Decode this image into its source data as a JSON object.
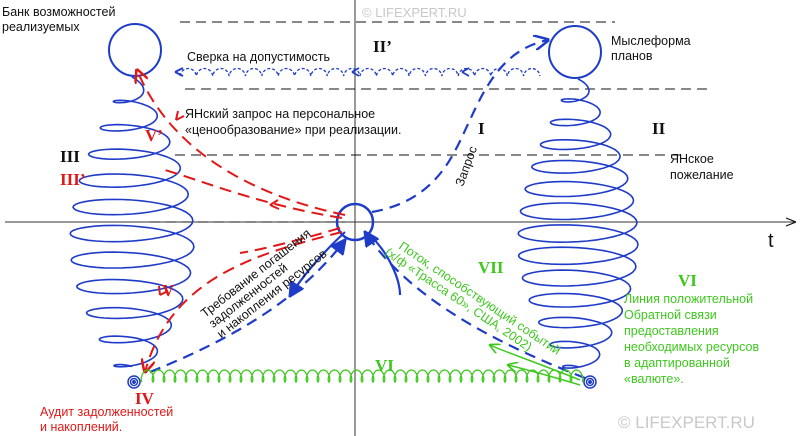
{
  "watermark_top": "© LIFEXPERT.RU",
  "watermark_bottom": "© LIFEXPERT.RU",
  "axis_t": "t",
  "labels": {
    "bank": [
      "Банк возможностей",
      "реализуемых"
    ],
    "mysleforma": [
      "Мыслеформа",
      "планов"
    ],
    "sverka": "Сверка на допустимость",
    "yan_zapros": [
      "ЯНский запрос на персональное",
      "«ценообразование» при реализации."
    ],
    "yan_pozhelanie": [
      "ЯНское",
      "пожелание"
    ],
    "zapros": "Запрос",
    "trebovanie": [
      "Требование погашения",
      "задолженностей",
      "и накопления ресурсов"
    ],
    "potok": [
      "Поток, способствующий событий",
      "(х/ф «Трасса 60», США, 2002)"
    ],
    "liniya": [
      "Линия положительной",
      "Обратной связи",
      "предоставления",
      "необходимых ресурсов",
      "в адаптированной",
      "«валюте»."
    ],
    "audit": [
      "Аудит задолженностей",
      "и накоплений."
    ]
  },
  "roman": {
    "I": "I",
    "II": "II",
    "II_prime": "II’",
    "III": "III",
    "III_prime": "III’",
    "IV": "IV",
    "V": "V",
    "V_prime": "V’",
    "VI_left": "VI",
    "VI_right": "VI",
    "VII": "VII"
  },
  "colors": {
    "blue": "#1f3cc8",
    "red": "#e01818",
    "green": "#3ec81e",
    "black": "#111111"
  }
}
